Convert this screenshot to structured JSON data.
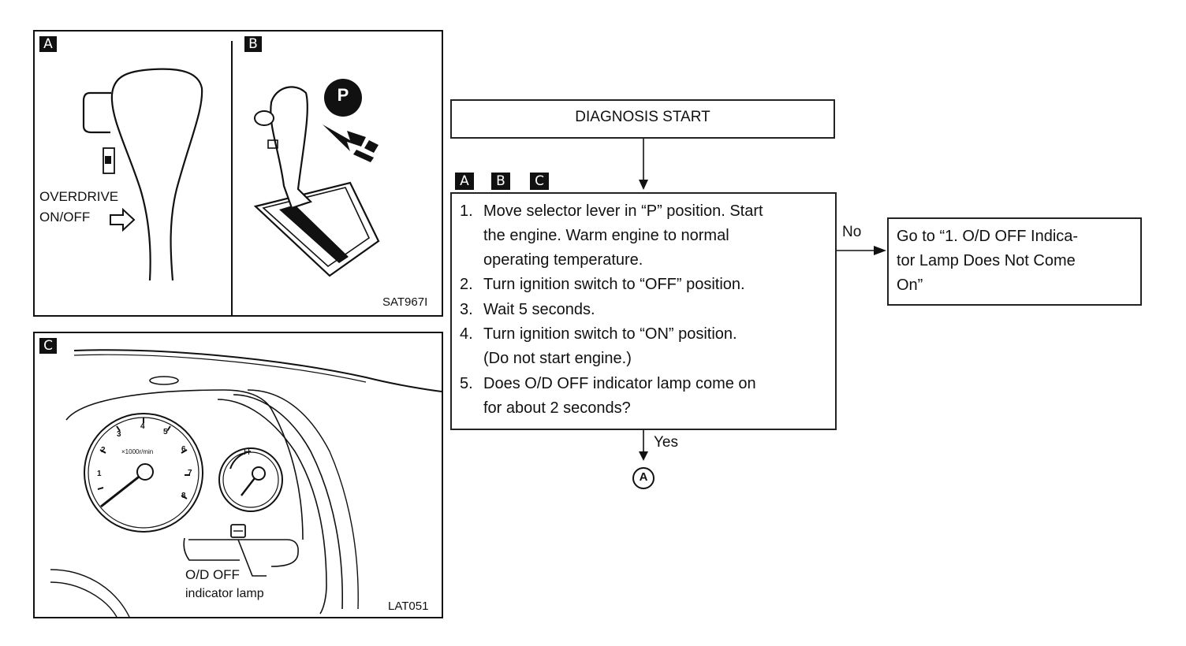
{
  "panels": {
    "a": {
      "tag": "A",
      "label_line1": "OVERDRIVE",
      "label_line2": "ON/OFF"
    },
    "b": {
      "tag": "B",
      "position_badge": "P",
      "code": "SAT967I"
    },
    "c": {
      "tag": "C",
      "tacho_unit": "×1000r/min",
      "tacho_ticks": [
        "1",
        "2",
        "3",
        "4",
        "5",
        "6",
        "7",
        "8"
      ],
      "temp_hot": "H",
      "lamp_label_line1": "O/D OFF",
      "lamp_label_line2": "indicator lamp",
      "code": "LAT051"
    }
  },
  "flow": {
    "start_label": "DIAGNOSIS START",
    "tags": [
      "A",
      "B",
      "C"
    ],
    "steps": [
      {
        "num": "1.",
        "lines": [
          "Move selector lever in “P” position. Start",
          "the engine. Warm engine to normal",
          "operating temperature."
        ]
      },
      {
        "num": "2.",
        "lines": [
          "Turn ignition switch to “OFF” position."
        ]
      },
      {
        "num": "3.",
        "lines": [
          "Wait 5 seconds."
        ]
      },
      {
        "num": "4.",
        "lines": [
          "Turn ignition switch to “ON” position.",
          "(Do not start engine.)"
        ]
      },
      {
        "num": "5.",
        "lines": [
          "Does O/D OFF indicator lamp come on",
          "for about 2 seconds?"
        ]
      }
    ],
    "no_label": "No",
    "yes_label": "Yes",
    "goto_lines": [
      "Go to “1. O/D OFF Indica-",
      "tor Lamp Does Not Come",
      "On”"
    ],
    "connector": "A"
  }
}
